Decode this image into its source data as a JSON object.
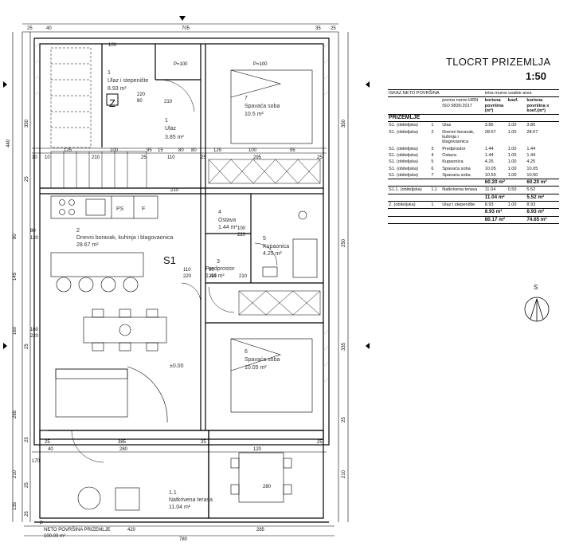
{
  "title": "TLOCRT PRIZEMLJA",
  "scale": "1:50",
  "north_label": "S",
  "area_table": {
    "header_left": "ISKAZ NETO POVRŠINA",
    "header_right": "intra muros usable area",
    "columns": [
      "prema normi HRN ISO 9836:2017",
      "korisna površina (m²)",
      "koef.",
      "korisna površina x koef.(m²)"
    ],
    "section": "PRIZEMLJE",
    "rows": [
      [
        "S1. (obiteljska)",
        "1",
        "Ulaz",
        "3.85",
        "1.00",
        "3.85"
      ],
      [
        "S1. (obiteljska)",
        "2",
        "Dnevni boravak, kuhinja i blagovaonica",
        "28.67",
        "1.00",
        "28.67"
      ],
      [
        "S1. (obiteljska)",
        "3",
        "Predprostor",
        "1.44",
        "1.00",
        "1.44"
      ],
      [
        "S1. (obiteljska)",
        "4",
        "Ostava",
        "1.44",
        "1.00",
        "1.44"
      ],
      [
        "S1. (obiteljska)",
        "5",
        "Kupaonica",
        "4.25",
        "1.00",
        "4.25"
      ],
      [
        "S1. (obiteljska)",
        "6",
        "Spavaća soba",
        "10.05",
        "1.00",
        "10.05"
      ],
      [
        "S1. (obiteljska)",
        "7",
        "Spavaća soba",
        "10.50",
        "1.00",
        "10.50"
      ]
    ],
    "subtotal_1": [
      "60.20 m²",
      "60.20 m²"
    ],
    "terrace_row": [
      "S1.1. (obiteljska)",
      "1.1",
      "Natkrivena terasa",
      "11.04",
      "0.50",
      "5.52"
    ],
    "subtotal_2": [
      "11.04 m²",
      "5.52 m²"
    ],
    "z_row": [
      "Z. (obiteljska)",
      "1",
      "Ulaz i stepenište",
      "8.93",
      "1.00",
      "8.93"
    ],
    "subtotal_3": [
      "8.93 m²",
      "8.93 m²"
    ],
    "total": [
      "80.17 m²",
      "74.65 m²"
    ]
  },
  "rooms": {
    "r1_num": "1",
    "r1_name": "Ulaz i stepenište",
    "r1_area": "8.93 m²",
    "z_label": "Z",
    "r1b_num": "1",
    "r1b_name": "Ulaz",
    "r1b_area": "3.85 m²",
    "r7_num": "7",
    "r7_name": "Spavaća soba",
    "r7_area": "10.5 m²",
    "r2_num": "2",
    "r2_name": "Dnevni boravak, kuhinja i blagovaonica",
    "r2_area": "28.67 m²",
    "s1_label": "S1",
    "r4_num": "4",
    "r4_name": "Ostava",
    "r4_area": "1.44 m²",
    "r3_num": "3",
    "r3_name": "Predprostor",
    "r3_area": "1.44 m²",
    "r5_num": "5",
    "r5_name": "Kupaonica",
    "r5_area": "4.25 m²",
    "r6_num": "6",
    "r6_name": "Spavaća soba",
    "r6_area": "10.05 m²",
    "r11_num": "1.1",
    "r11_name": "Natkrivena terasa",
    "r11_area": "11.04 m²",
    "level": "±0.00",
    "bottom_note_1": "P",
    "bottom_note_2": "NETO POVRŠINA PRIZEMLJE",
    "bottom_note_3": "100.00 m²",
    "ps": "PS",
    "f": "F",
    "door_p1": "P=100",
    "door_p2": "P=100"
  },
  "dims_top": [
    "40",
    "705",
    "35",
    "25",
    "25"
  ],
  "dims_row": [
    "125",
    "100",
    "95",
    "80",
    "210",
    "80",
    "125",
    "100",
    "95",
    "15",
    "10",
    "210",
    "25",
    "110",
    "25",
    "295",
    "25",
    "10"
  ],
  "dims_left": [
    "440",
    "350",
    "80",
    "145",
    "25",
    "160",
    "25",
    "285",
    "25",
    "210",
    "25",
    "135",
    "25"
  ],
  "dims_right": [
    "350",
    "250",
    "335",
    "210",
    "25"
  ],
  "dims_bottom": [
    "25",
    "385",
    "25",
    "280",
    "120",
    "40",
    "280",
    "420",
    "285",
    "780",
    "25"
  ],
  "small_dims": [
    "100",
    "220",
    "80",
    "210",
    "90",
    "220",
    "210",
    "110",
    "220",
    "80",
    "120",
    "160",
    "220",
    "100",
    "220",
    "170"
  ]
}
